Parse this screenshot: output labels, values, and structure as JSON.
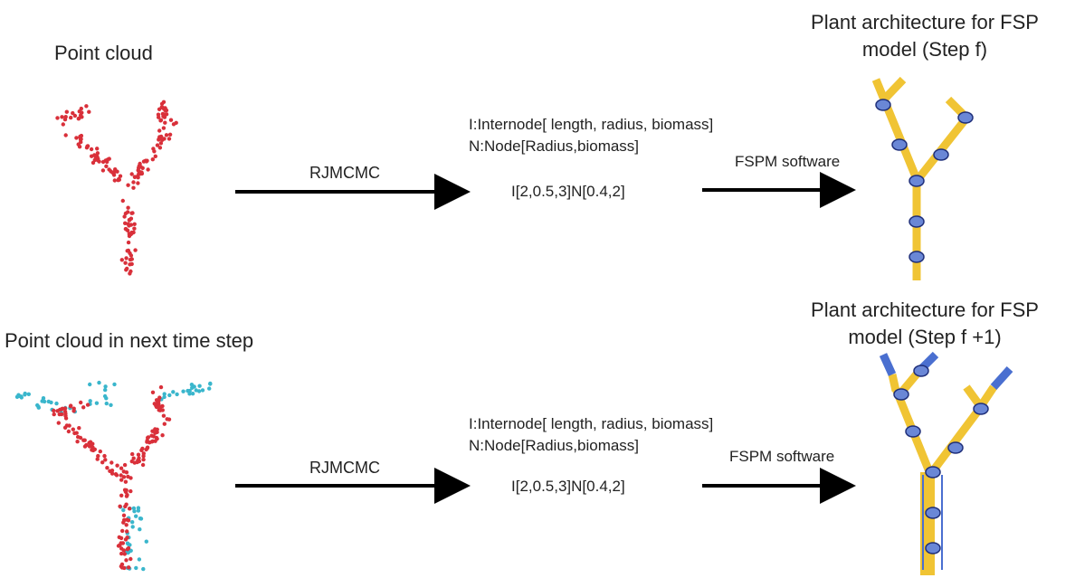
{
  "panels": [
    {
      "point_cloud_title": "Point cloud",
      "rjmcmc_label": "RJMCMC",
      "encoding_line1": "I:Internode[ length, radius, biomass]",
      "encoding_line2": "N:Node[Radius,biomass]",
      "encoding_example": "I[2,0.5,3]N[0.4,2]",
      "software_label": "FSPM software",
      "architecture_title_line1": "Plant architecture for FSP",
      "architecture_title_line2": "model (Step f)"
    },
    {
      "point_cloud_title": "Point cloud in next time step",
      "rjmcmc_label": "RJMCMC",
      "encoding_line1": "I:Internode[ length, radius, biomass]",
      "encoding_line2": "N:Node[Radius,biomass]",
      "encoding_example": "I[2,0.5,3]N[0.4,2]",
      "software_label": "FSPM software",
      "architecture_title_line1": "Plant architecture for FSP",
      "architecture_title_line2": "model (Step f +1)"
    }
  ],
  "colors": {
    "point_current": "#d9303a",
    "point_new": "#3ab6cc",
    "branch": "#f0c434",
    "branch_new_growth": "#4a6fd0",
    "node_fill": "#6a87d6",
    "node_stroke": "#1f2f7a",
    "arrow": "#000000"
  }
}
